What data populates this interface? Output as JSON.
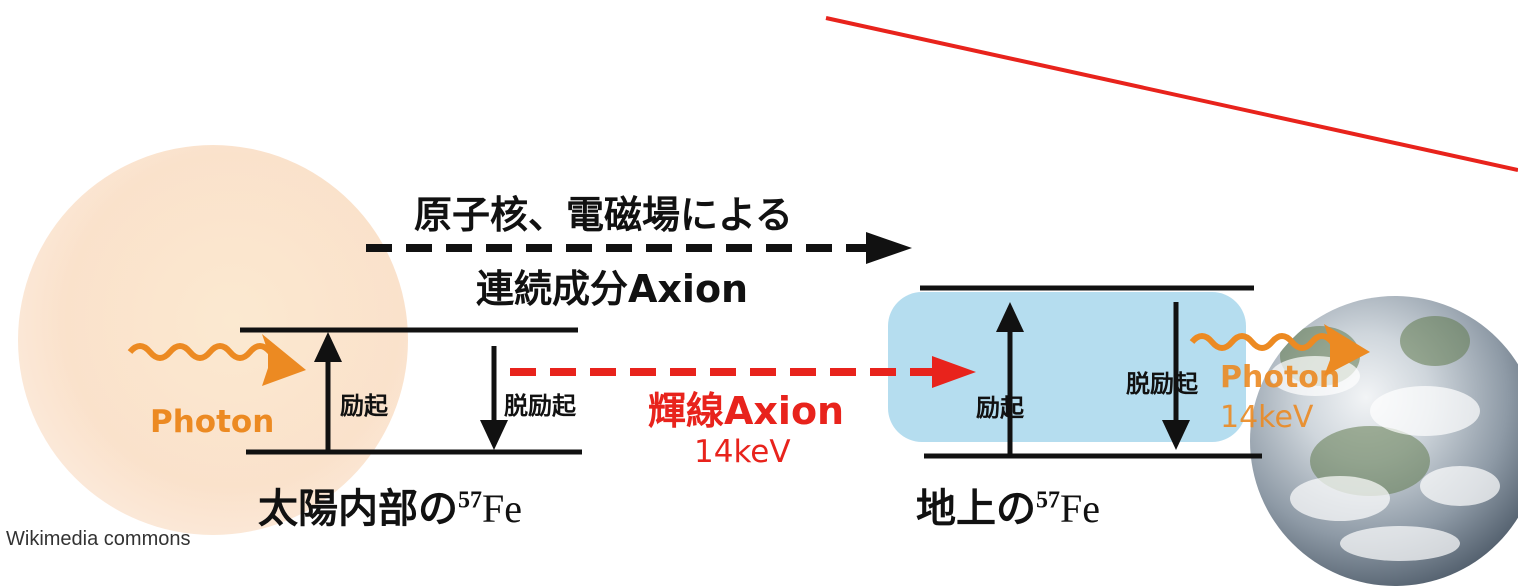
{
  "credit": "Wikimedia commons",
  "continuous": {
    "line1": "原子核、電磁場による",
    "line2": "連続成分Axion"
  },
  "sun_side": {
    "photon": "Photon",
    "excite": "励起",
    "deexcite": "脱励起",
    "title_main": "太陽内部の",
    "mass_number": "57",
    "element": "Fe"
  },
  "line_axion": {
    "label": "輝線Axion",
    "energy": "14keV"
  },
  "earth_side": {
    "excite": "励起",
    "deexcite": "脱励起",
    "photon": "Photon",
    "energy": "14keV",
    "title_main": "地上の",
    "mass_number": "57",
    "element": "Fe"
  },
  "colors": {
    "orange": "#ec8a22",
    "red": "#e8231c",
    "blue": "#b5ddef",
    "black": "#111111"
  },
  "icons": [
    "sun-image",
    "earth-image",
    "wavy-photon-arrow",
    "dashed-arrow",
    "level-arrow"
  ]
}
